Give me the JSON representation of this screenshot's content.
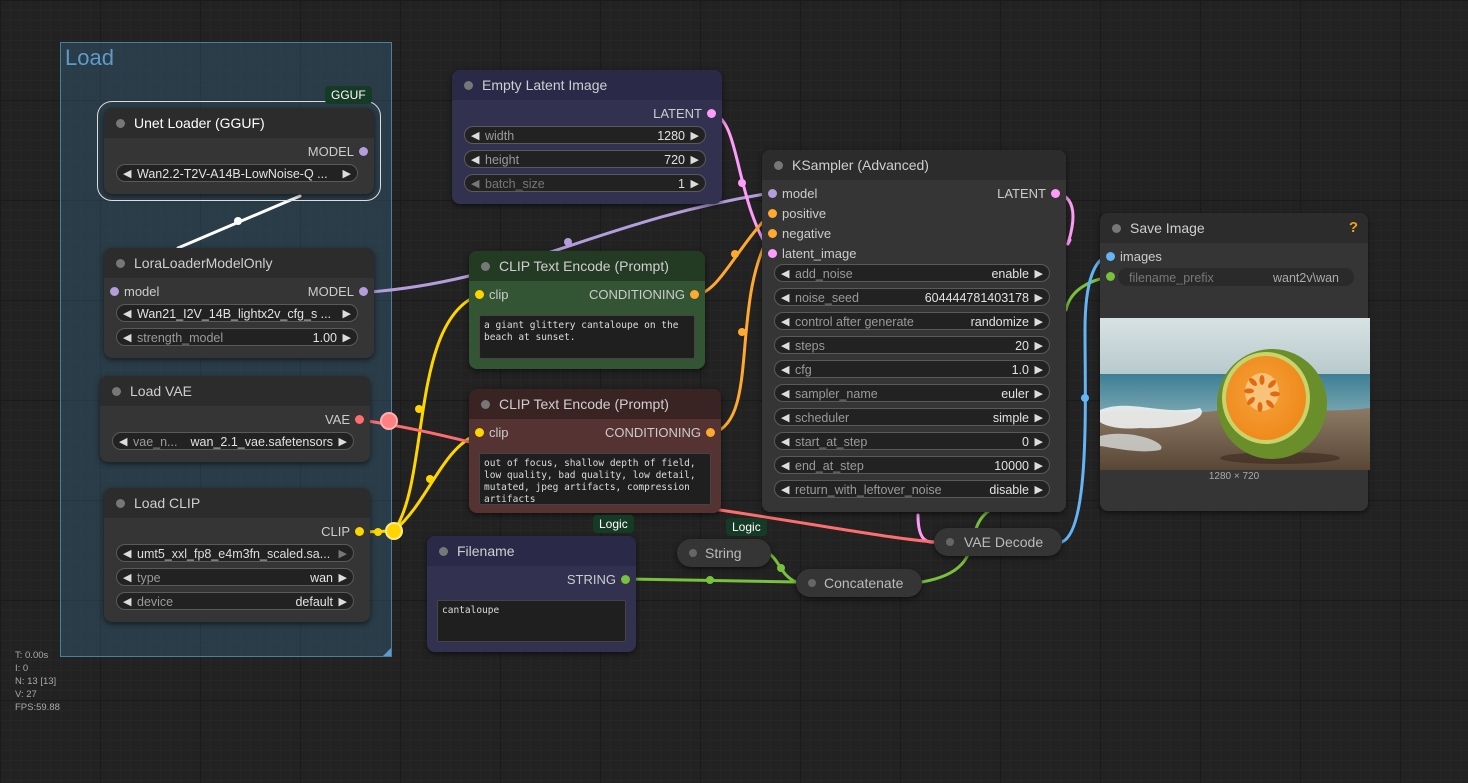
{
  "group": {
    "title": "Load"
  },
  "stats": {
    "t": "T: 0.00s",
    "i": "I: 0",
    "n": "N: 13 [13]",
    "v": "V: 27",
    "fps": "FPS:59.88"
  },
  "badges": {
    "gguf": "GGUF",
    "logic1": "Logic",
    "logic2": "Logic"
  },
  "unet": {
    "title": "Unet Loader (GGUF)",
    "out_model": "MODEL",
    "unet_value": "Wan2.2-T2V-A14B-LowNoise-Q ..."
  },
  "lora": {
    "title": "LoraLoaderModelOnly",
    "in_model": "model",
    "out_model": "MODEL",
    "lora_value": "Wan21_I2V_14B_lightx2v_cfg_s ...",
    "strength_label": "strength_model",
    "strength_value": "1.00"
  },
  "vae": {
    "title": "Load VAE",
    "out": "VAE",
    "label": "vae_n...",
    "value": "wan_2.1_vae.safetensors"
  },
  "clip": {
    "title": "Load CLIP",
    "out": "CLIP",
    "name_value": "umt5_xxl_fp8_e4m3fn_scaled.sa...",
    "type_label": "type",
    "type_value": "wan",
    "device_label": "device",
    "device_value": "default"
  },
  "latent": {
    "title": "Empty Latent Image",
    "out": "LATENT",
    "width_label": "width",
    "width_value": "1280",
    "height_label": "height",
    "height_value": "720",
    "batch_label": "batch_size",
    "batch_value": "1"
  },
  "pos": {
    "title": "CLIP Text Encode (Prompt)",
    "in": "clip",
    "out": "CONDITIONING",
    "text": "a giant glittery cantaloupe on the beach at sunset."
  },
  "neg": {
    "title": "CLIP Text Encode (Prompt)",
    "in": "clip",
    "out": "CONDITIONING",
    "text": "out of focus, shallow depth of field, low quality, bad quality, low detail, mutated, jpeg artifacts, compression artifacts"
  },
  "filename": {
    "title": "Filename",
    "out": "STRING",
    "text": "cantaloupe"
  },
  "string_node": {
    "title": "String"
  },
  "concat": {
    "title": "Concatenate"
  },
  "vaedecode": {
    "title": "VAE Decode"
  },
  "ksampler": {
    "title": "KSampler (Advanced)",
    "inputs": [
      "model",
      "positive",
      "negative",
      "latent_image"
    ],
    "out": "LATENT",
    "widgets": [
      {
        "label": "add_noise",
        "value": "enable"
      },
      {
        "label": "noise_seed",
        "value": "604444781403178"
      },
      {
        "label": "control after generate",
        "value": "randomize"
      },
      {
        "label": "steps",
        "value": "20"
      },
      {
        "label": "cfg",
        "value": "1.0"
      },
      {
        "label": "sampler_name",
        "value": "euler"
      },
      {
        "label": "scheduler",
        "value": "simple"
      },
      {
        "label": "start_at_step",
        "value": "0"
      },
      {
        "label": "end_at_step",
        "value": "10000"
      },
      {
        "label": "return_with_leftover_noise",
        "value": "disable"
      }
    ]
  },
  "save": {
    "title": "Save Image",
    "in_images": "images",
    "prefix_label": "filename_prefix",
    "prefix_value": "want2v\\wan",
    "help": "?",
    "image_size": "1280 × 720"
  },
  "colors": {
    "model": "#b39ddb",
    "clip": "#ffd500",
    "vae": "#ff6e6e",
    "latent": "#ff9cf9",
    "conditioning": "#ffa931",
    "image": "#64b5f6",
    "string": "#77c13c"
  }
}
